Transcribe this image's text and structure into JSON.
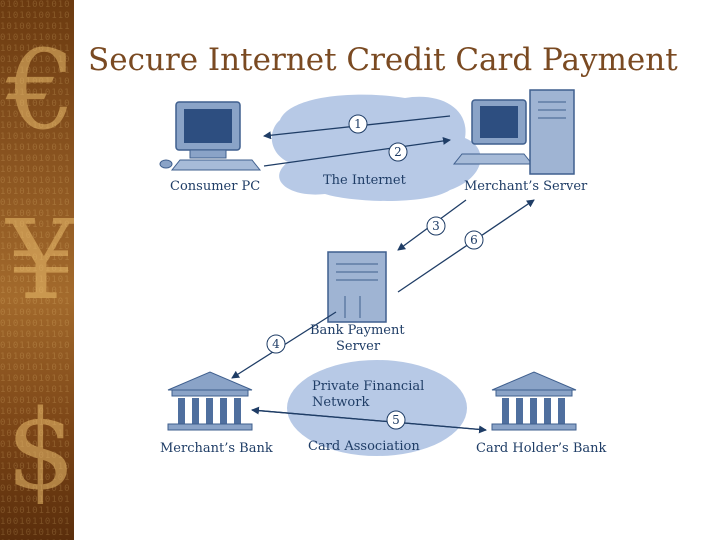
{
  "slide": {
    "title": "Secure Internet Credit Card Payment"
  },
  "diagram": {
    "nodes": {
      "consumer_pc": "Consumer PC",
      "internet": "The Internet",
      "merchant_server": "Merchant’s Server",
      "bank_payment_server_line1": "Bank Payment",
      "bank_payment_server_line2": "Server",
      "private_network_line1": "Private Financial",
      "private_network_line2": "Network",
      "card_association": "Card Association",
      "merchants_bank": "Merchant’s Bank",
      "card_holders_bank": "Card Holder’s Bank"
    },
    "steps": [
      "1",
      "2",
      "3",
      "4",
      "5",
      "6"
    ]
  },
  "colors": {
    "title": "#7a4a22",
    "ink": "#1f3d66",
    "cloud": "#b7c9e6",
    "device": "#4f6f9e"
  }
}
